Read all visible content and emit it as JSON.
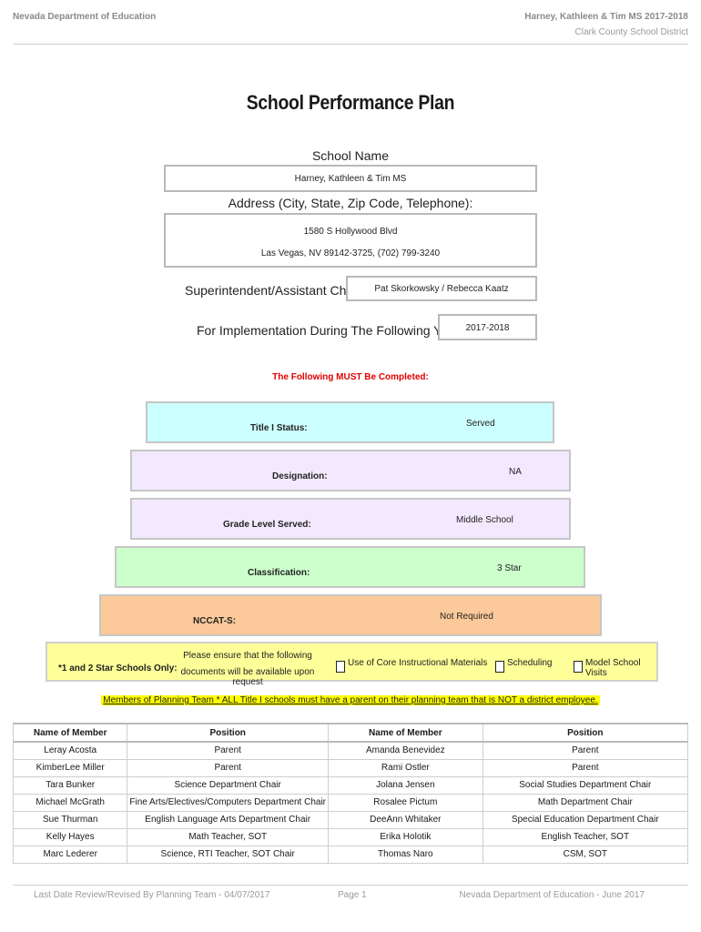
{
  "header": {
    "left": "Nevada Department of Education",
    "right_title": "Harney, Kathleen & Tim MS  2017-2018",
    "right_sub": "Clark County School District"
  },
  "title": "School Performance Plan",
  "school_name": {
    "label": "School Name",
    "value": "Harney, Kathleen & Tim MS"
  },
  "address": {
    "label": "Address (City, State, Zip Code, Telephone):",
    "line1": "1580 S Hollywood Blvd",
    "line2": "Las Vegas, NV  89142-3725, (702) 799-3240"
  },
  "superintendent": {
    "label": "Superintendent/Assistant Chief:",
    "value": "Pat Skorkowsky / Rebecca Kaatz"
  },
  "implementation": {
    "label": "For Implementation During The Following Years:",
    "value": "2017-2018"
  },
  "must_complete": "The Following MUST Be Completed:",
  "tiers": [
    {
      "label": "Title I Status:",
      "value": "Served"
    },
    {
      "label": "Designation:",
      "value": "NA"
    },
    {
      "label": "Grade Level Served:",
      "value": "Middle School"
    },
    {
      "label": "Classification:",
      "value": "3 Star"
    },
    {
      "label": "NCCAT-S:",
      "value": "Not Required"
    }
  ],
  "star_schools": {
    "label": "*1 and 2 Star Schools Only:",
    "note_line1": "Please ensure that the following",
    "note_line2": "documents will be available upon request",
    "options": [
      "Use of Core Instructional Materials",
      "Scheduling",
      "Model School Visits"
    ]
  },
  "members_note": "Members of Planning Team * ALL Title I schools must have a parent on their planning team that is NOT a district employee.",
  "team": {
    "headers": [
      "Name of Member",
      "Position",
      "Name of Member",
      "Position"
    ],
    "rows": [
      [
        "Leray Acosta",
        "Parent",
        "Amanda Benevidez",
        "Parent"
      ],
      [
        "KimberLee Miller",
        "Parent",
        "Rami Ostler",
        "Parent"
      ],
      [
        "Tara Bunker",
        "Science Department Chair",
        "Jolana Jensen",
        "Social Studies Department Chair"
      ],
      [
        "Michael McGrath",
        "Fine Arts/Electives/Computers Department Chair",
        "Rosalee Pictum",
        "Math Department Chair"
      ],
      [
        "Sue Thurman",
        "English Language Arts Department Chair",
        "DeeAnn Whitaker",
        "Special Education Department Chair"
      ],
      [
        "Kelly Hayes",
        "Math Teacher, SOT",
        "Erika Holotik",
        "English Teacher, SOT"
      ],
      [
        "Marc Lederer",
        "Science, RTI Teacher, SOT Chair",
        "Thomas Naro",
        "CSM, SOT"
      ]
    ]
  },
  "footer": {
    "left": "Last Date Review/Revised By Planning Team - 04/07/2017",
    "center": "Page 1",
    "right": "Nevada Department of Education - June 2017"
  },
  "colors": {
    "title_i": "#ccffff",
    "lavender": "#f3e9ff",
    "classification": "#ccffcc",
    "nccat": "#fcc99a",
    "yellow_box": "#ffff99",
    "highlight": "#ffff00",
    "red_text": "#e00000"
  }
}
